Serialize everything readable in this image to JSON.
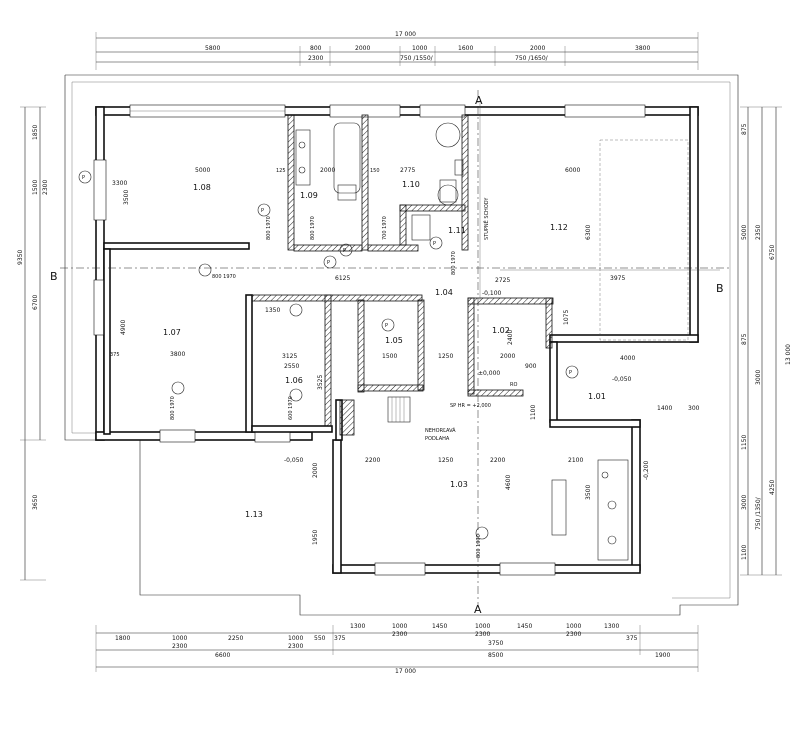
{
  "dims_top_outer": "17 000",
  "dims_top_row1": [
    "5800",
    "800",
    "2000",
    "1000",
    "1600",
    "2000",
    "3800"
  ],
  "dims_top_row2": [
    "2300",
    "750 /1550/",
    "750 /1650/"
  ],
  "dims_bottom_row1": [
    "1800",
    "1000",
    "2250",
    "1000",
    "550",
    "1300",
    "1000",
    "1450",
    "1000",
    "1450",
    "1000",
    "1300"
  ],
  "dims_bottom_row2": [
    "2300",
    "2300",
    "2300",
    "2300",
    "2300"
  ],
  "dims_bottom_row3": [
    "6600",
    "8500",
    "1900"
  ],
  "dims_bottom_outer": "17 000",
  "dims_bottom_misc": [
    "375",
    "375",
    "3750"
  ],
  "dims_left": [
    "1850",
    "1500",
    "2300",
    "9350",
    "6700",
    "3650"
  ],
  "dims_right": [
    "875",
    "5000",
    "2350",
    "6750",
    "875",
    "13 000",
    "3000",
    "1150",
    "3000",
    "4250",
    "1100",
    "750 /1350/"
  ],
  "rooms": {
    "r108": "1.08",
    "r109": "1.09",
    "r110": "1.10",
    "r111": "1.11",
    "r112": "1.12",
    "r107": "1.07",
    "r104": "1.04",
    "r102": "1.02",
    "r105": "1.05",
    "r106": "1.06",
    "r101": "1.01",
    "r103": "1.03",
    "r113": "1.13"
  },
  "inner_dims": [
    "5000",
    "3300",
    "3500",
    "125",
    "2000",
    "150",
    "2775",
    "6000",
    "6125",
    "3975",
    "4900",
    "3800",
    "375",
    "1350",
    "3125",
    "2550",
    "3525",
    "1500",
    "1250",
    "2000",
    "2400",
    "4000",
    "2200",
    "1250",
    "2200",
    "2100",
    "3500",
    "4600",
    "1950",
    "2000",
    "1400",
    "300",
    "2725",
    "1075",
    "900",
    "1100",
    "6300"
  ],
  "section_labels": [
    "A",
    "A",
    "B",
    "B"
  ],
  "levels": [
    "-0,100",
    "±0,000",
    "-0,050",
    "-0,050",
    "-0,200"
  ],
  "notes": {
    "stairs": "STUPNĚ SCHODY",
    "nehorlava": "NEHORĽAVÁ",
    "podlaha": "PODLAHA",
    "sphr": "SP HR = +2,000",
    "ro": "RO"
  },
  "door_labels": [
    "800\n1970",
    "800\n1970",
    "700\n1970",
    "800\n1970",
    "800\n1970",
    "600\n1970",
    "800\n1970",
    "800\n1970"
  ],
  "markers": [
    "P",
    "P",
    "P",
    "P",
    "P",
    "P",
    "P"
  ]
}
